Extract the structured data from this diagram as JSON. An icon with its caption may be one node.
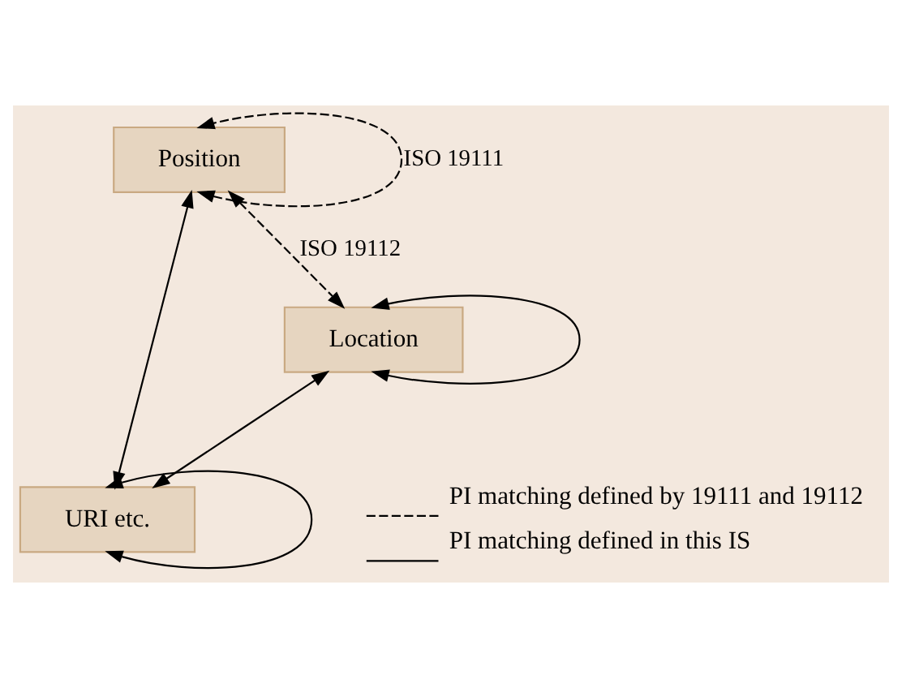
{
  "diagram": {
    "nodes": [
      {
        "text": [
          "Position"
        ]
      },
      {
        "text": [
          "URI etc."
        ]
      },
      {
        "text": [
          "Location"
        ]
      }
    ],
    "edges": [
      {
        "from": 0,
        "to": 0,
        "arrow": "both",
        "style": "dashed",
        "label": "ISO 19111"
      },
      {
        "from": 0,
        "to": 1,
        "arrow": "both"
      },
      {
        "from": 0,
        "to": 2,
        "arrow": "both",
        "style": "dashed",
        "label": "ISO 19112"
      },
      {
        "from": 1,
        "to": 1,
        "arrow": "both"
      },
      {
        "from": 2,
        "to": 1,
        "arrow": "both"
      },
      {
        "from": 2,
        "to": 2,
        "arrow": "both"
      }
    ],
    "legend": [
      {
        "text": "PI matching defined by 19111 and 19112"
      },
      {
        "text": "PI matching defined in this IS"
      }
    ]
  }
}
